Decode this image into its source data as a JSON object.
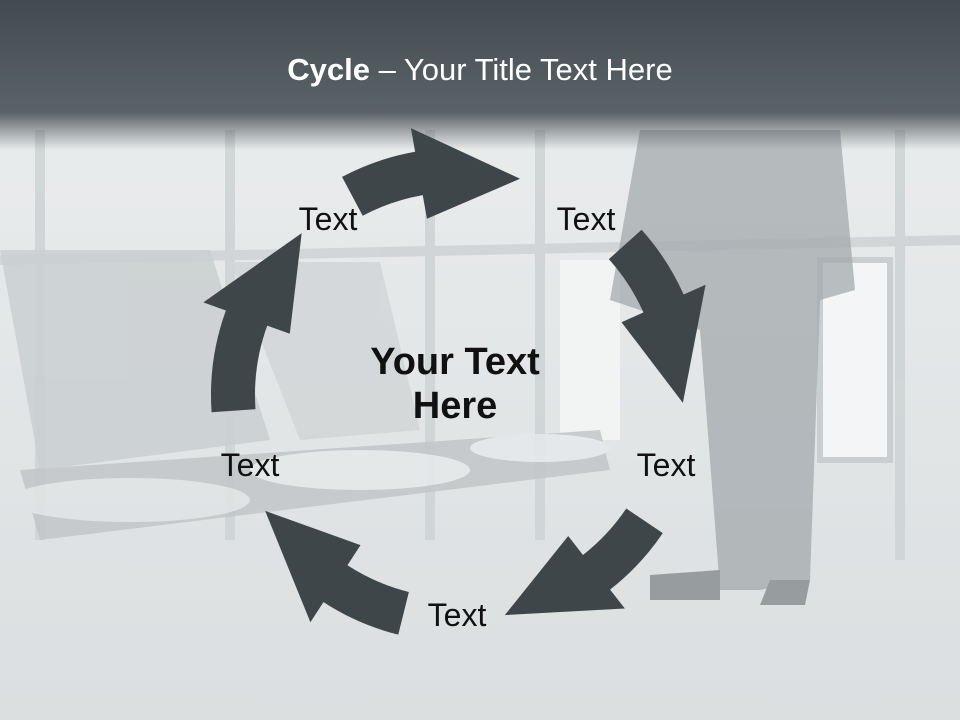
{
  "slide": {
    "title_bold": "Cycle",
    "title_rest": " – Your Title Text Here",
    "center_line1": "Your Text",
    "center_line2": "Here",
    "labels": [
      "Text",
      "Text",
      "Text",
      "Text",
      "Text"
    ]
  },
  "colors": {
    "arrow": "#3f4649",
    "header": "#4b5459",
    "text": "#111111"
  },
  "icons": [
    "cycle-arrow",
    "airport-lounge-background"
  ]
}
